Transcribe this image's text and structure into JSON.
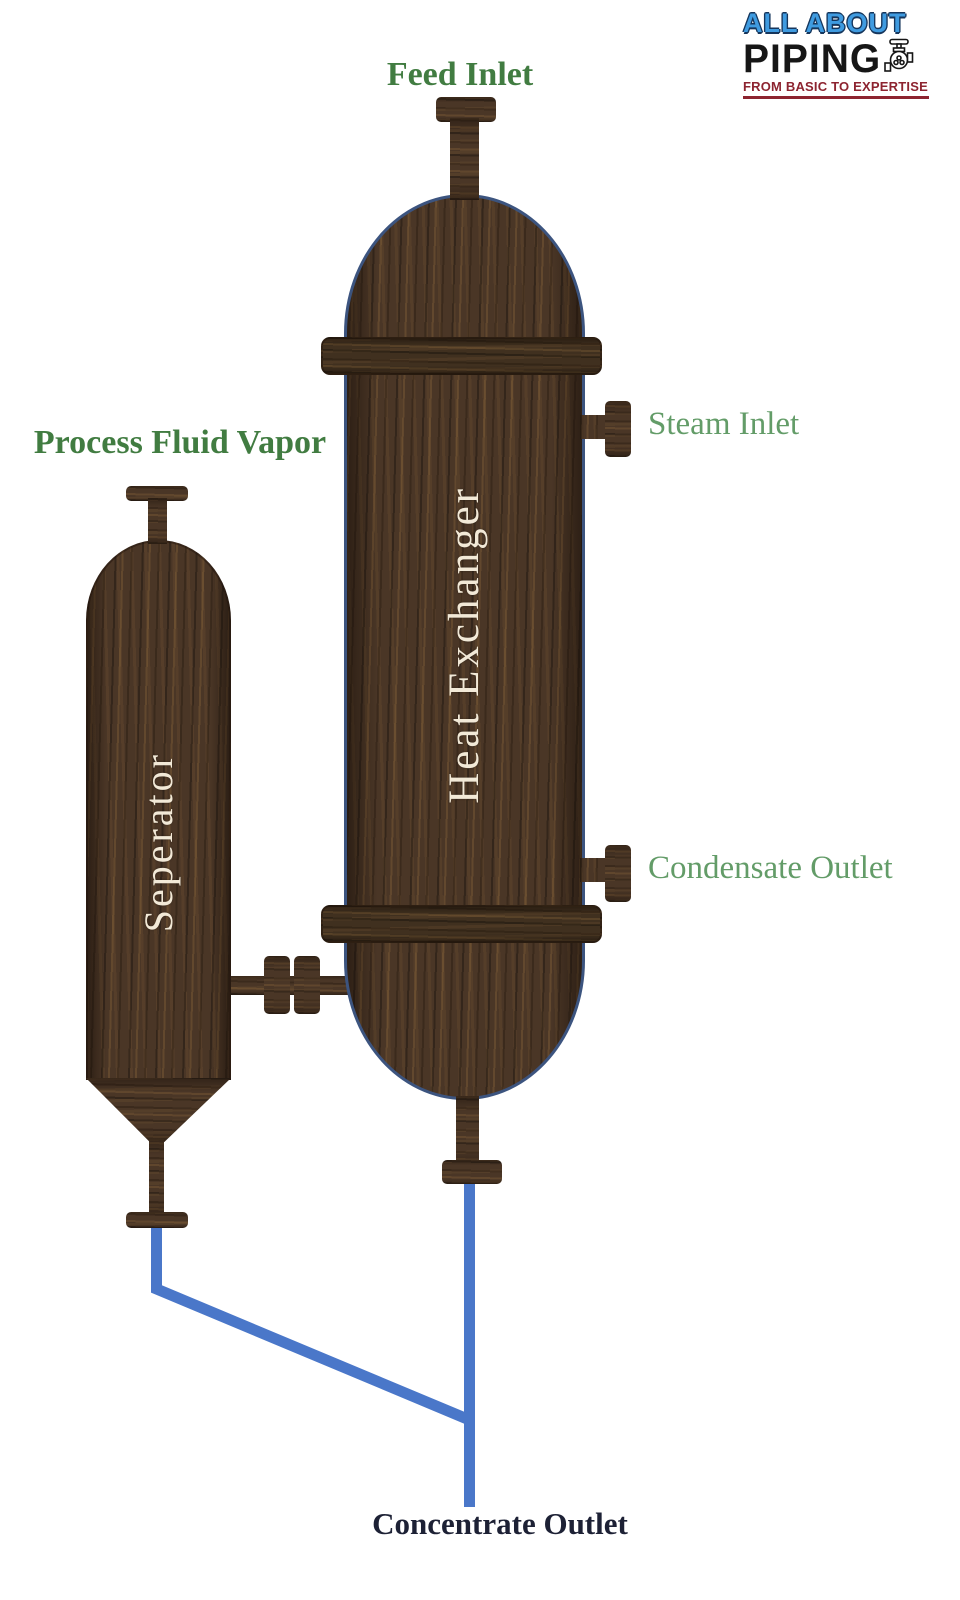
{
  "logo": {
    "line1": "ALL ABOUT",
    "line2": "PIPING",
    "tagline": "FROM BASIC TO EXPERTISE"
  },
  "equipment": {
    "heat_exchanger_label": "Heat Exchanger",
    "separator_label": "Seperator"
  },
  "labels": {
    "feed_inlet": "Feed Inlet",
    "steam_inlet": "Steam Inlet",
    "condensate_outlet": "Condensate Outlet",
    "process_fluid_vapor": "Process Fluid Vapor",
    "concentrate_outlet": "Concentrate Outlet"
  },
  "colors": {
    "label_green_bold": "#417c41",
    "label_green_light": "#639c68",
    "pipe_blue": "#4a77c9",
    "vessel_wood": "#4a3626",
    "vessel_outline": "#3c547f",
    "concentrate_text": "#1d2135",
    "logo_blue": "#3f9be0",
    "logo_outline": "#16365c",
    "logo_black": "#161616",
    "logo_red": "#8d2430"
  }
}
